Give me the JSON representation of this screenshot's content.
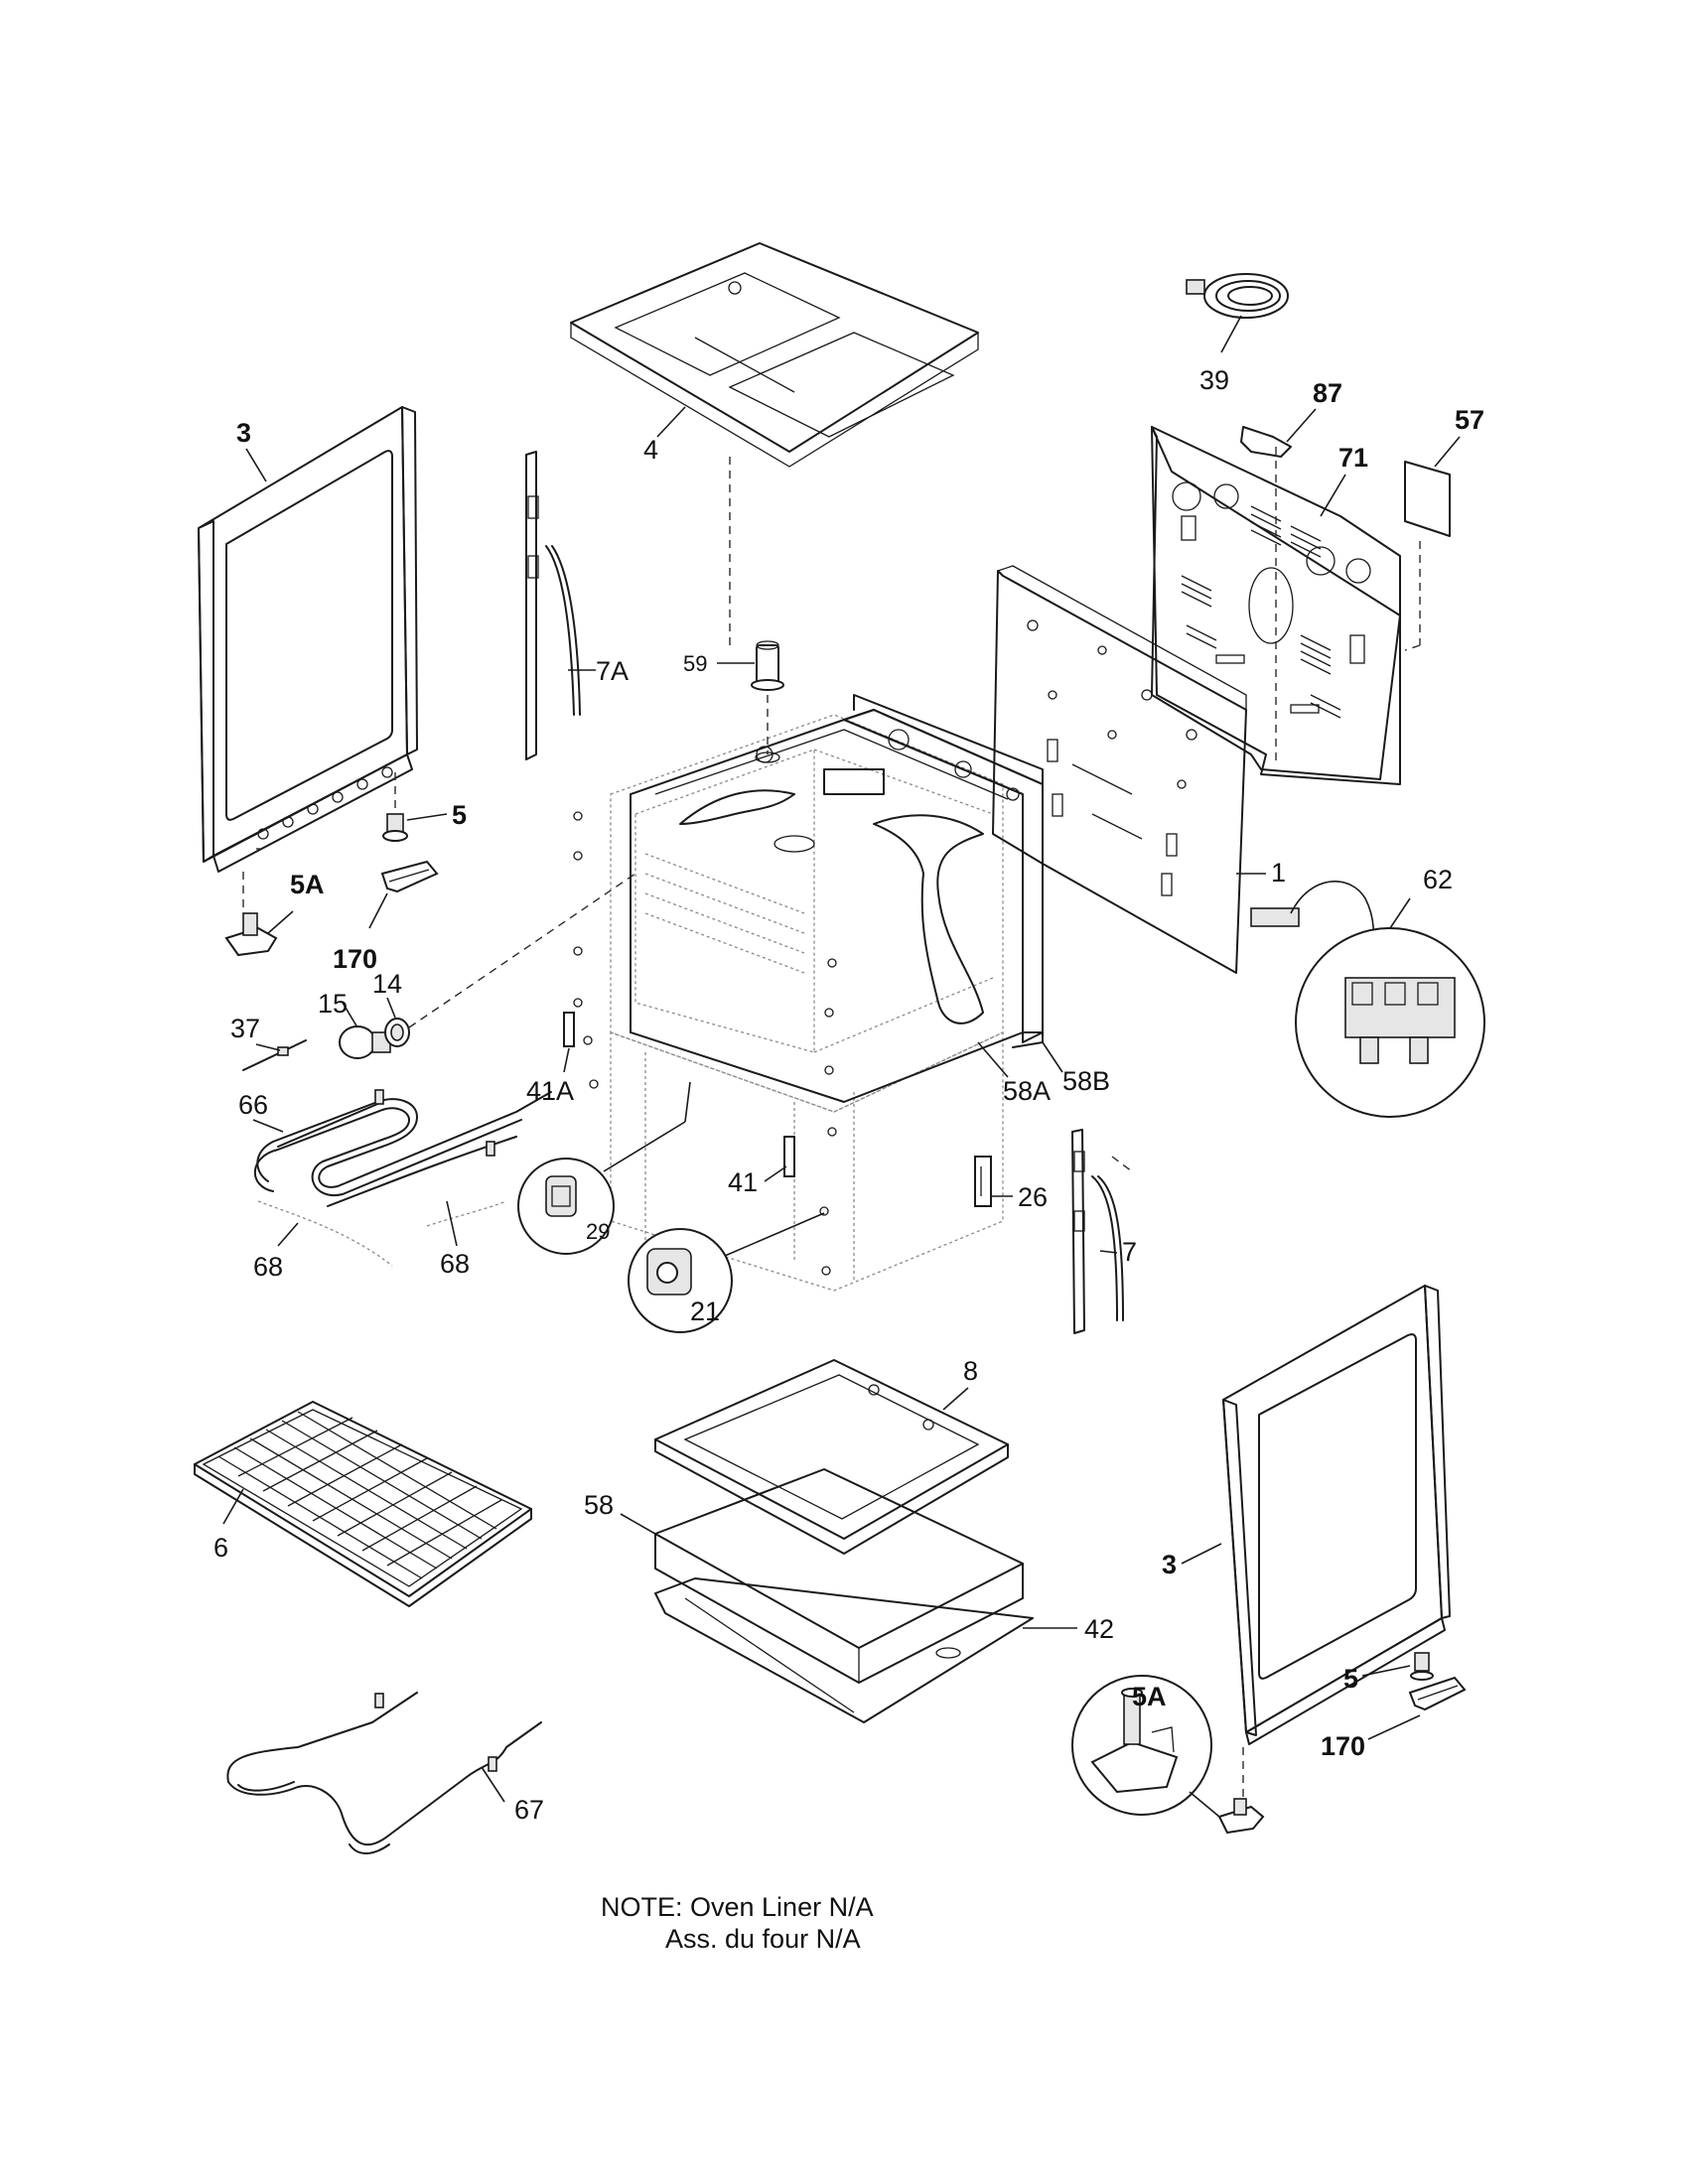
{
  "labels": {
    "l3_left": "3",
    "l4": "4",
    "l39": "39",
    "l87": "87",
    "l57": "57",
    "l71": "71",
    "l7a": "7A",
    "l59": "59",
    "l5_left": "5",
    "l5a_left": "5A",
    "l170_left": "170",
    "l15": "15",
    "l14": "14",
    "l37": "37",
    "l41a": "41A",
    "l58a": "58A",
    "l58b": "58B",
    "l1": "1",
    "l62": "62",
    "l66": "66",
    "l29": "29",
    "l41": "41",
    "l26": "26",
    "l68_left": "68",
    "l68_right": "68",
    "l21": "21",
    "l7": "7",
    "l8": "8",
    "l6": "6",
    "l58": "58",
    "l42": "42",
    "l3_right": "3",
    "l5a_right": "5A",
    "l5_right": "5",
    "l170_right": "170",
    "l67": "67"
  },
  "note": {
    "line1": "NOTE: Oven Liner N/A",
    "line2": "Ass. du four N/A"
  }
}
